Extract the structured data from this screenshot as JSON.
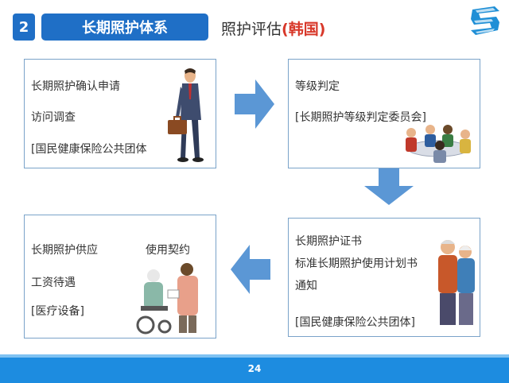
{
  "header": {
    "section_number": "2",
    "section_title": "长期照护体系",
    "subtitle_main": "照护评估",
    "subtitle_highlight": "(韩国)"
  },
  "boxes": {
    "box1": {
      "line1": "长期照护确认申请",
      "line2": "访问调查",
      "line3": "[国民健康保险公共团体"
    },
    "box2": {
      "line1": "等级判定",
      "line2": "[长期照护等级判定委员会]"
    },
    "box3": {
      "line1": "长期照护证书",
      "line2": "标准长期照护使用计划书",
      "line3": "通知",
      "line4": "[国民健康保险公共团体]"
    },
    "box4": {
      "line1": "长期照护供应",
      "line1b": "使用契约",
      "line2": "工资待遇",
      "line3": "[医疗设备]"
    }
  },
  "footer": {
    "page_number": "24"
  },
  "colors": {
    "accent": "#1f6fc6",
    "highlight": "#d8382a",
    "arrow": "#5b97d5",
    "footer": "#1d8ce0"
  }
}
